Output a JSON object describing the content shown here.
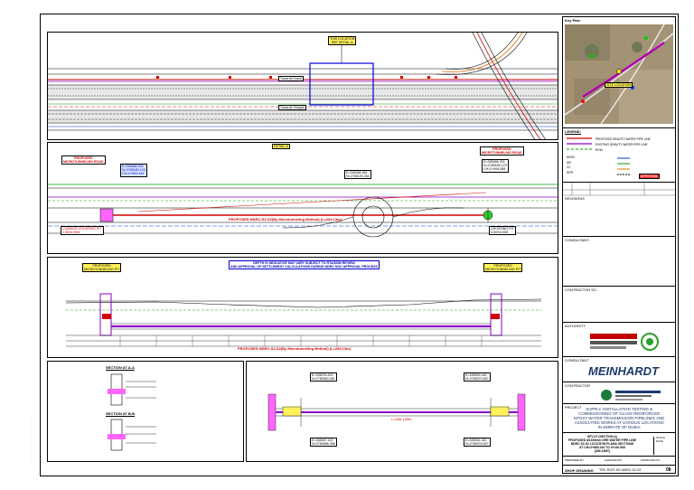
{
  "plan": {
    "location_label": "THIS LOCATION\nSEE DETAIL-A",
    "towards_dubai": "Towards Dubai",
    "towards_sharjah": "Towards Sharjah",
    "detail_a": "DETAIL-A"
  },
  "section": {
    "left_pit": "PROPOSED\nMICROTUNNELING ROAD",
    "right_pit": "PROPOSED\nMICROTUNNELING ROAD",
    "left_coords": "E=335068.763\nN=2780189.123\nCH=2+863.444",
    "right_coords": "E=335068.763\nN=2780189.123\nCH=2+994.588",
    "center_coords": "E=335068.384\nN=2780120.284",
    "line_label": "PROPOSED NDRC-S2-S2(By Microtunneling Method) (L=269.13m)",
    "left_sleeve": "COMMON CROSSING PIT\n2.50X4.00M",
    "right_sleeve": "CROSSING PIT\n4.50X4.00M"
  },
  "profile": {
    "note": "DEPTH IS INDICATIVE MAY VARY SUBJECT TO RTA/SDM REVIEW\nAND APPROVAL OF SETTLEMENT CALCULATIONS DURING NDRC NOC APPROVAL PROCESS",
    "left_pit": "PROPOSED\nMICROTUNNELING PIT",
    "right_pit": "PROPOSED\nMICROTUNNELING PIT",
    "line_label": "PROPOSED NDRC-S2-S2(By Microtunneling Method) (L=269.13m)"
  },
  "details": {
    "left_title": "SECTION AT A-A",
    "left_title2": "SECTION AT B-B",
    "right_len": "L=189.133m",
    "mid_coords_top": "E=335076.420\nN=2780063.481",
    "mid_coords_bottom": "E=335067.120\nN=2780068.398",
    "right_coords_top": "E=335063.160\nN=2780074.687",
    "right_coords_bottom": "E=335061.320\nN=2780076.627"
  },
  "title_block": {
    "key_plan": "Key Plan",
    "map_location": "SITE LOCATION",
    "legend_label": "LEGEND:",
    "legend_items": [
      "PROPOSED GRAVITY WATER PIPE LINE",
      "EXISTING GRAVITY WATER PIPE LINE",
      "ROW"
    ],
    "sym_items": [
      "NDRC",
      "MH",
      "CC",
      "WTR"
    ],
    "approval": "APPROVAL",
    "revisions_label": "REVISIONS",
    "consultant": "CONSULTANT:",
    "contractor_sub": "CONTRACTOR SC:",
    "authority": "AUTHORITY",
    "consultant2": "CONSULTANT",
    "consultant2_logo": "MEINHARDT",
    "contractor": "CONTRACTOR",
    "project_label": "PROJECT",
    "project_title": "SUPPLY, INSTALLATION TESTING &\nCOMMISSIONING OF GLASS REINFORCED\nEPOXY WATER TRANSMISSION PIPELINES AND\nASSOCIATED WORKS AT VARIOUS LOCATIONS\nIN EMIRATE OF DUBAI",
    "drawing_title": "SFV-07 (SECTION A)\nPROPOSED Ø1300mm GRE WATER PIPE LINE\nNDRC S2-S2 LOCATION PLAN& SECTIONS\nAT CH=2+863.444 TO 3+140.906\n(269.13MT)",
    "prepared": "PREPARED BY",
    "checked": "CHECKED BY",
    "approved": "APPROVED BY",
    "scale": "SCALE",
    "date": "DATE",
    "shop_drawing": "SHOP DRAWING",
    "drawing_no": "TRC-R1ST-SD-NDRC-S2-S2",
    "rev": "08"
  }
}
